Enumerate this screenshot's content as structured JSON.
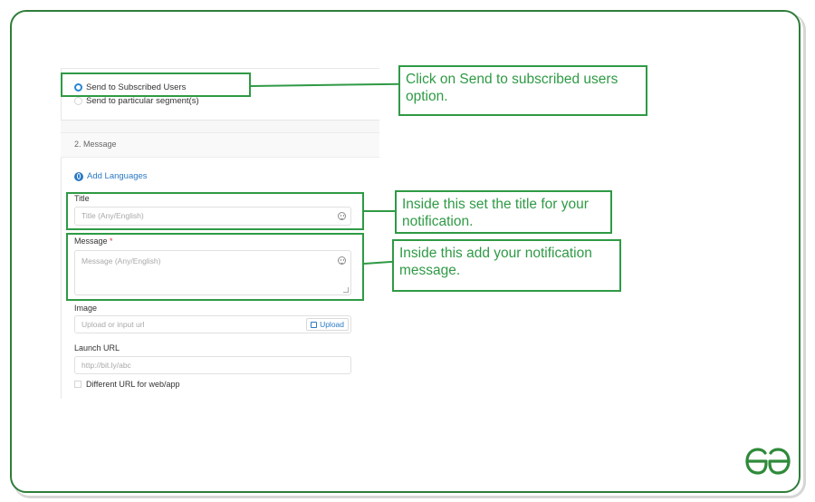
{
  "form": {
    "radio_options": [
      {
        "label": "Send to Subscribed Users",
        "checked": true
      },
      {
        "label": "Send to particular segment(s)",
        "checked": false
      }
    ],
    "section_title": "2. Message",
    "add_languages_label": "Add Languages",
    "title_field": {
      "label": "Title",
      "placeholder": "Title (Any/English)"
    },
    "message_field": {
      "label": "Message",
      "required_mark": "*",
      "placeholder": "Message (Any/English)"
    },
    "image_field": {
      "label": "Image",
      "placeholder": "Upload or input url",
      "upload_label": "Upload"
    },
    "launch_url_field": {
      "label": "Launch URL",
      "placeholder": "http://bit.ly/abc"
    },
    "different_url": {
      "label": "Different URL for web/app",
      "checked": false
    }
  },
  "annotations": {
    "callout_subscribed": "Click on Send to subscribed users option.",
    "callout_title": "Inside this set the title for your notification.",
    "callout_message": "Inside this add your notification message.",
    "color": "#2f9a45"
  },
  "brand": {
    "logo": "gfg-logo",
    "color": "#2f8a3a"
  }
}
